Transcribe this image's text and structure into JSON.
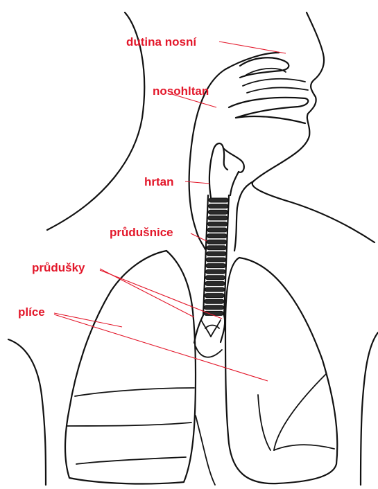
{
  "diagram": {
    "labels": {
      "nasal_cavity": "dutina nosní",
      "nasopharynx": "nosohltan",
      "larynx": "hrtan",
      "trachea": "průdušnice",
      "bronchi": "průdušky",
      "lungs": "plíce"
    },
    "label_color": "#e3172a",
    "line_color": "#111111"
  }
}
